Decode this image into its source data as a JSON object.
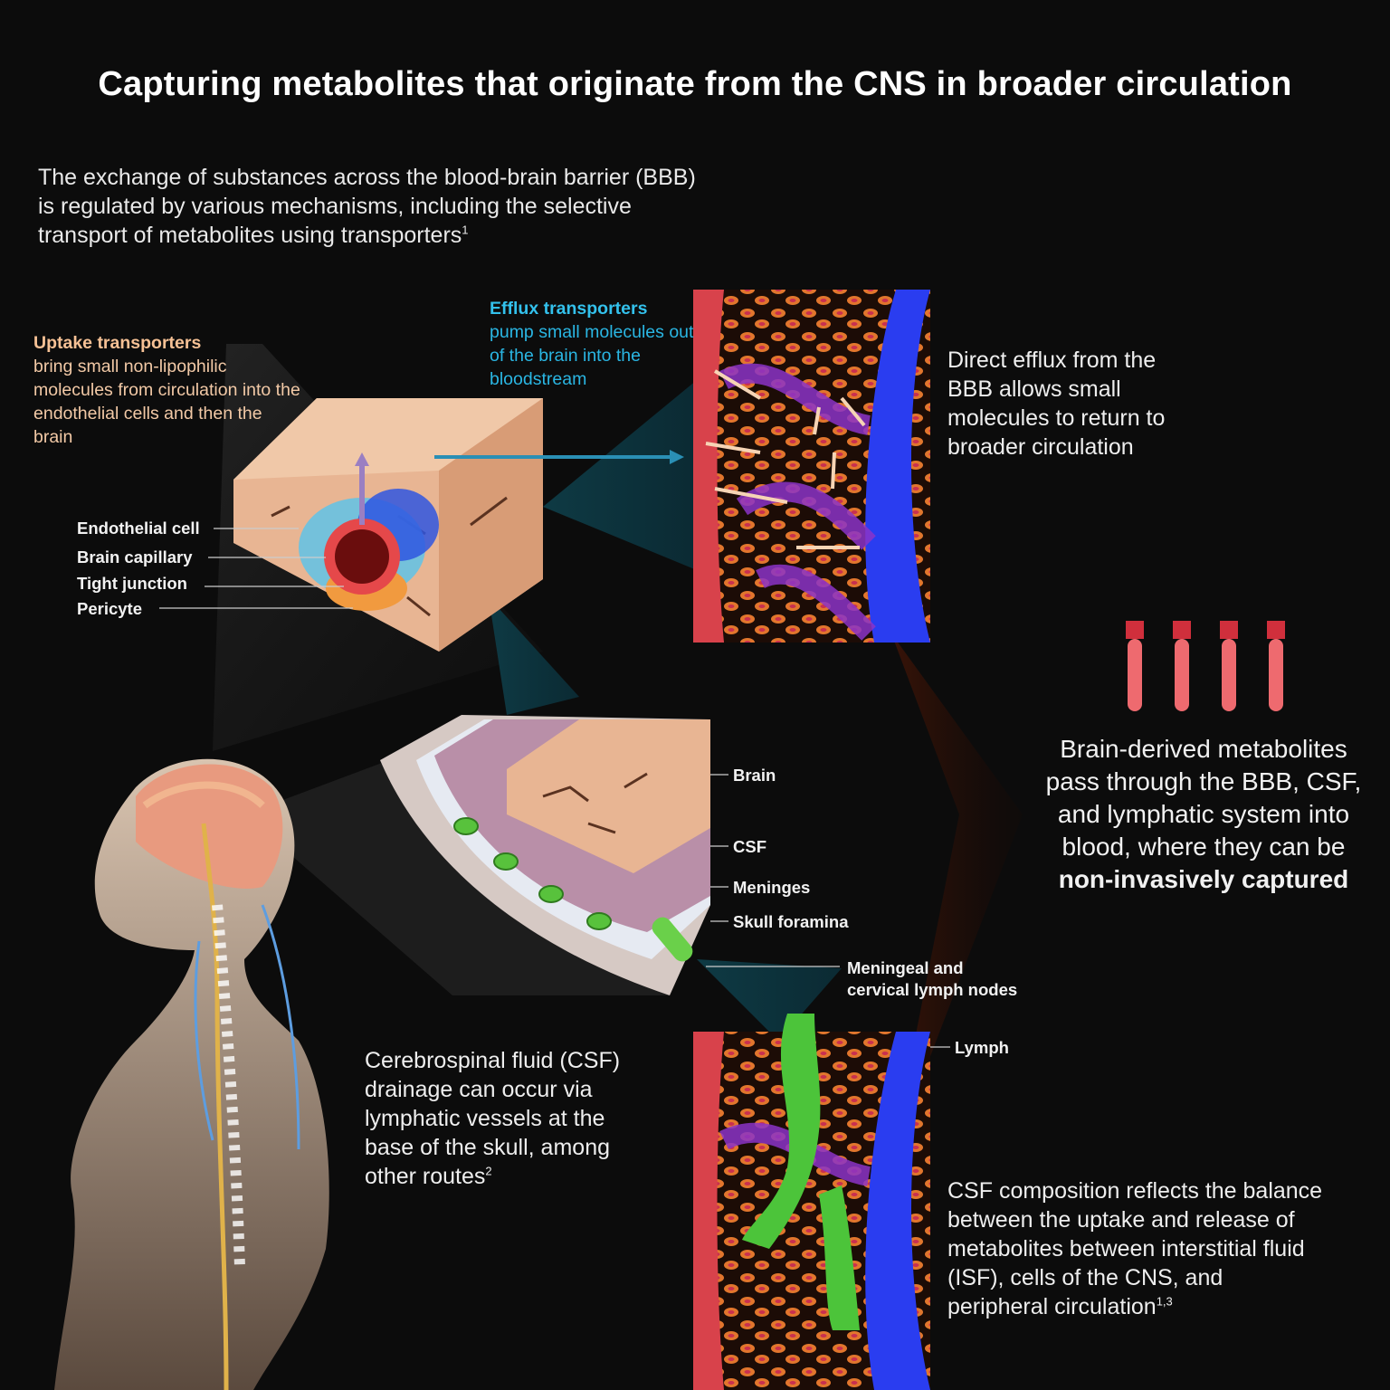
{
  "title": "Capturing metabolites that originate from the CNS in broader circulation",
  "intro": {
    "text": "The exchange of substances across the blood-brain barrier (BBB) is regulated by various mechanisms, including the selective transport of metabolites using transporters",
    "ref": "1"
  },
  "uptake": {
    "heading": "Uptake transporters",
    "body": "bring small non-lipophilic molecules from circulation into the endothelial cells and then the brain"
  },
  "efflux": {
    "heading": "Efflux transporters",
    "body": "pump small molecules out of the brain into the bloodstream"
  },
  "direct_efflux": "Direct efflux from the BBB allows small molecules to return to broader circulation",
  "capillary_labels": {
    "endothelial": "Endothelial cell",
    "capillary": "Brain capillary",
    "tight_junction": "Tight junction",
    "pericyte": "Pericyte"
  },
  "layer_labels": {
    "brain": "Brain",
    "csf": "CSF",
    "meninges": "Meninges",
    "skull": "Skull foramina",
    "lymph_nodes_1": "Meningeal and",
    "lymph_nodes_2": "cervical lymph nodes",
    "lymph": "Lymph"
  },
  "csf_drainage": {
    "text": "Cerebrospinal fluid (CSF) drainage can occur via lymphatic vessels at the base of the skull, among other routes",
    "ref": "2"
  },
  "summary": {
    "text": "Brain-derived metabolites pass through the BBB, CSF, and lymphatic system into blood, where they can be",
    "bold": "non-invasively captured"
  },
  "csf_composition": {
    "text": "CSF composition reflects the balance between the uptake and release of metabolites between interstitial fluid (ISF), cells of the CNS, and peripheral circulation",
    "ref": "1,3"
  },
  "colors": {
    "background": "#0c0c0c",
    "artery": "#d8424b",
    "vein": "#2a3df0",
    "tissue": "#e9b898",
    "lymph": "#4cc43a",
    "efflux_text": "#2ab6e3",
    "uptake_text": "#f2c9a6"
  }
}
